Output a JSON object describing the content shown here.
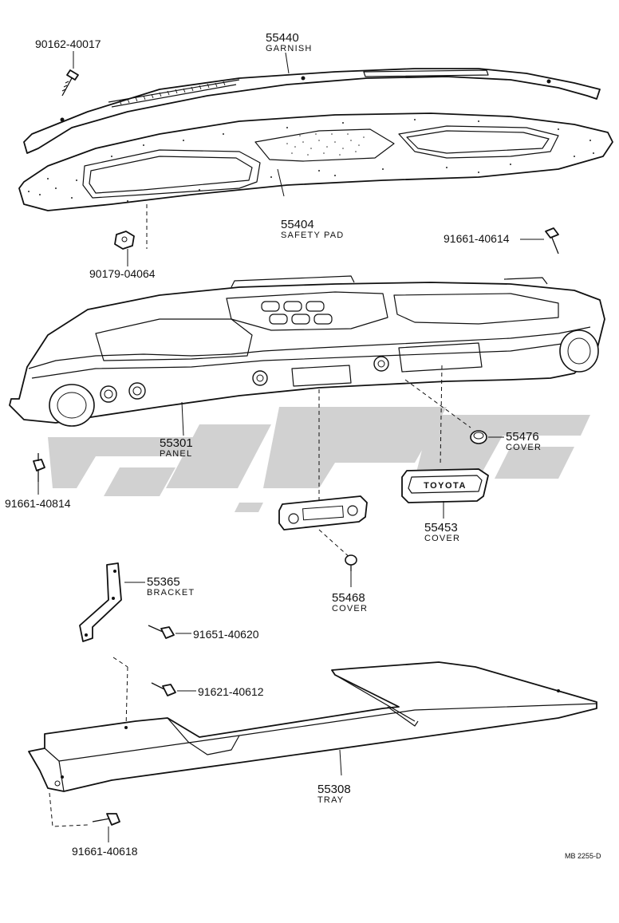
{
  "diagram_ref": "MB 2255-D",
  "watermark_text": "لوحي",
  "parts": [
    {
      "id": "garnish",
      "number": "55440",
      "description": "GARNISH"
    },
    {
      "id": "screw-top",
      "number": "90162-40017",
      "description": ""
    },
    {
      "id": "safety-pad",
      "number": "55404",
      "description": "SAFETY PAD"
    },
    {
      "id": "clip",
      "number": "90179-04064",
      "description": ""
    },
    {
      "id": "bolt-right",
      "number": "91661-40614",
      "description": ""
    },
    {
      "id": "panel",
      "number": "55301",
      "description": "PANEL"
    },
    {
      "id": "bolt-left",
      "number": "91661-40814",
      "description": ""
    },
    {
      "id": "cover-small",
      "number": "55476",
      "description": "COVER"
    },
    {
      "id": "cover-emblem",
      "number": "55453",
      "description": "COVER"
    },
    {
      "id": "emblem-text",
      "number": "TOYOTA",
      "description": ""
    },
    {
      "id": "cover-plug",
      "number": "55468",
      "description": "COVER"
    },
    {
      "id": "bracket",
      "number": "55365",
      "description": "BRACKET"
    },
    {
      "id": "bolt-bracket",
      "number": "91651-40620",
      "description": ""
    },
    {
      "id": "bolt-tray",
      "number": "91621-40612",
      "description": ""
    },
    {
      "id": "tray",
      "number": "55308",
      "description": "TRAY"
    },
    {
      "id": "bolt-bottom",
      "number": "91661-40618",
      "description": ""
    }
  ]
}
